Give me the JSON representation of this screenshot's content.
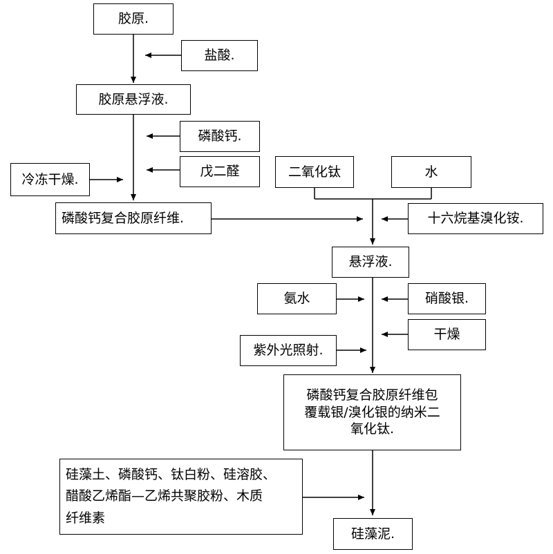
{
  "nodes": {
    "collagen": "胶原.",
    "hcl": "盐酸.",
    "collagen_suspension": "胶原悬浮液.",
    "calcium_phosphate": "磷酸钙.",
    "freeze_dry": "冷冻干燥.",
    "glutaraldehyde": "戊二醛",
    "tio2": "二氧化钛",
    "water": "水",
    "composite_fiber": "磷酸钙复合胶原纤维.",
    "ctab": "十六烷基溴化铵.",
    "suspension": "悬浮液.",
    "ammonia": "氨水",
    "silver_nitrate": "硝酸银.",
    "drying": "干燥",
    "uv": "紫外光照射.",
    "product_lines": [
      "磷酸钙复合胶原纤维包",
      "覆载银/溴化银的纳米二",
      "氧化钛."
    ],
    "ingredients_lines": [
      "硅藻土、磷酸钙、钛白粉、硅溶胶、",
      "醋酸乙烯酯—乙烯共聚胶粉、木质",
      "纤维素"
    ],
    "diatom_mud": "硅藻泥."
  }
}
